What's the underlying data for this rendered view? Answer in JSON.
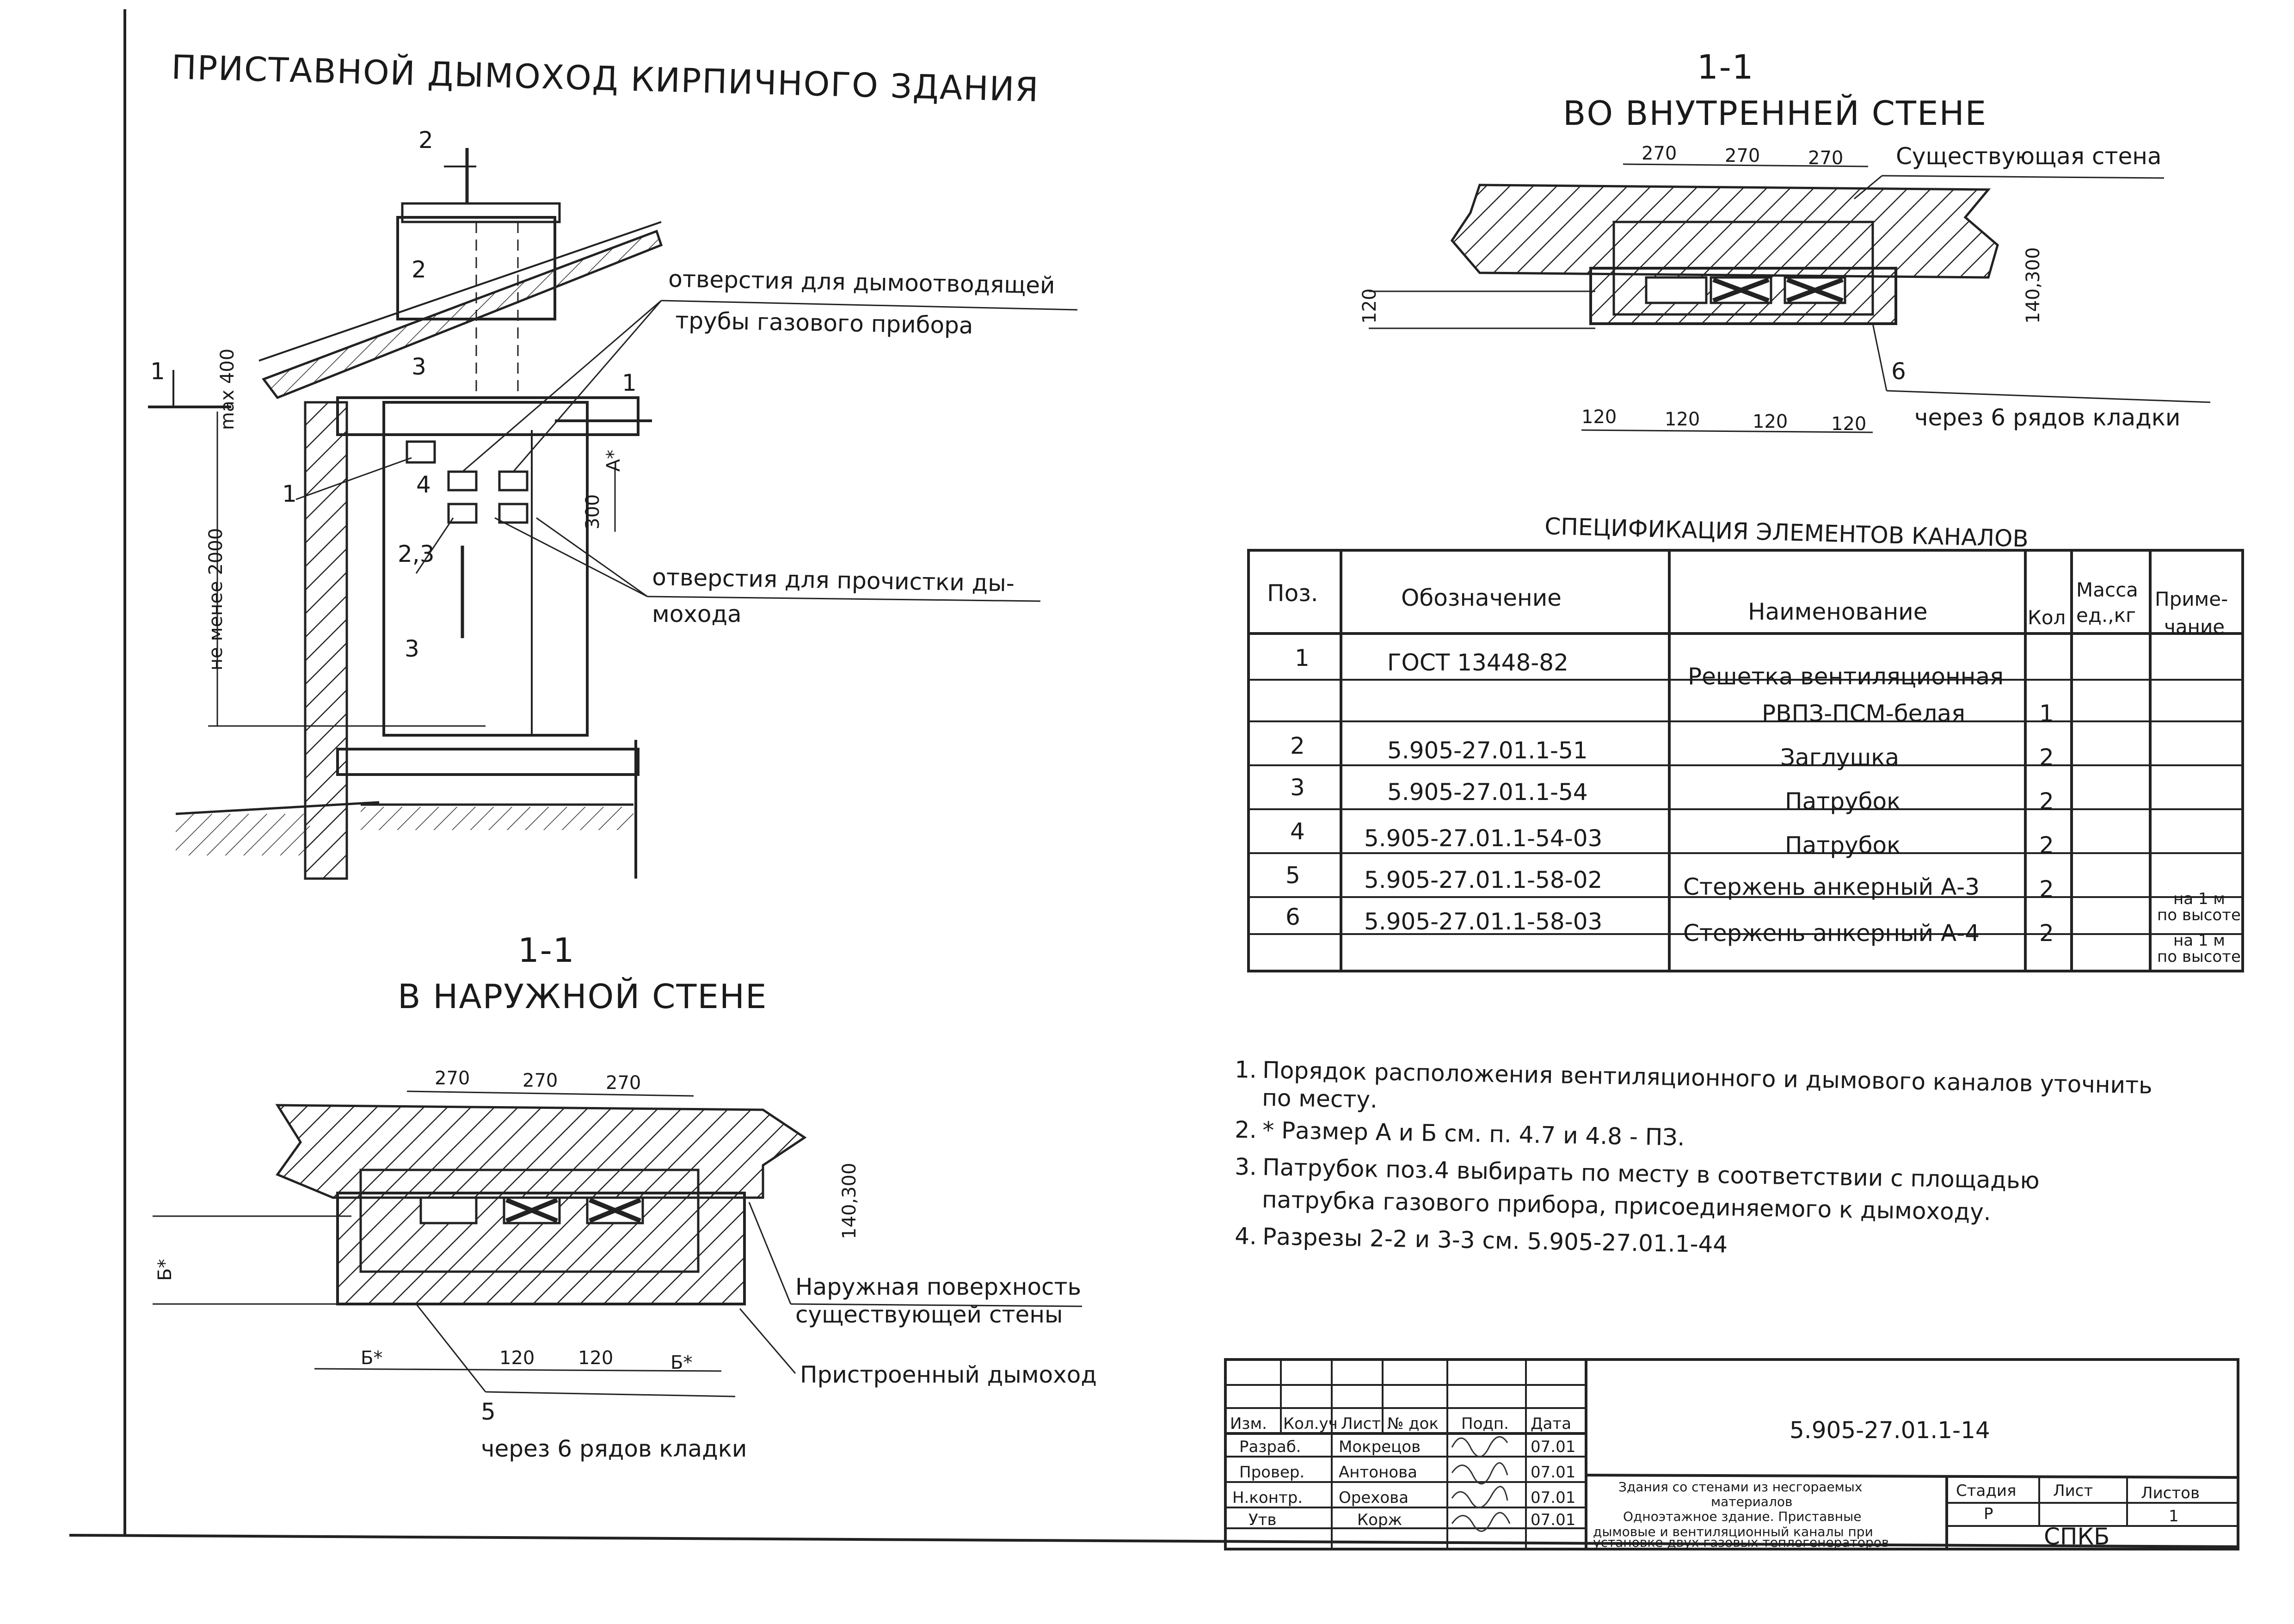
{
  "sheet": {
    "main_title": "ПРИСТАВНОЙ ДЫМОХОД КИРПИЧНОГО ЗДАНИЯ",
    "elevation": {
      "section_mark_top": "2",
      "section_mark_left": "1",
      "section_mark_right": "1",
      "section_mark_bottom": "3",
      "dim_max": "max 400",
      "dim_min_height": "не менее 2000",
      "dim_a": "А*",
      "dim_300": "300",
      "callout_1": "1",
      "callout_2": "2",
      "callout_3": "3",
      "callout_4": "4",
      "callout_23": "2,3",
      "note_gas_line1": "отверстия для дымоотводящей",
      "note_gas_line2": "трубы газового прибора",
      "note_clean_line1": "отверстия для прочистки ды-",
      "note_clean_line2": "мохода"
    },
    "section_outer": {
      "mark": "1-1",
      "title": "В НАРУЖНОЙ СТЕНЕ",
      "dims_top": [
        "270",
        "270",
        "270"
      ],
      "dims_bottom": [
        "Б*",
        "120",
        "120",
        "Б*"
      ],
      "dim_right": "140,300",
      "dim_left": "Б*",
      "callout": "5",
      "label_surface_line1": "Наружная поверхность",
      "label_surface_line2": "существующей стены",
      "label_chimney": "Пристроенный дымоход",
      "label_rows": "через 6 рядов кладки"
    },
    "section_inner": {
      "mark": "1-1",
      "title": "ВО ВНУТРЕННЕЙ СТЕНЕ",
      "dims_top": [
        "270",
        "270",
        "270"
      ],
      "dims_bottom": [
        "120",
        "120",
        "120",
        "120"
      ],
      "dim_right": "140,300",
      "dim_left": "120",
      "callout": "6",
      "label_wall": "Существующая стена",
      "label_rows": "через 6 рядов кладки"
    },
    "spec": {
      "title": "СПЕЦИФИКАЦИЯ ЭЛЕМЕНТОВ КАНАЛОВ",
      "headers": {
        "pos": "Поз.",
        "designation": "Обозначение",
        "name": "Наименование",
        "qty": "Кол",
        "mass_line1": "Масса",
        "mass_line2": "ед.,кг",
        "note_line1": "Приме-",
        "note_line2": "чание"
      },
      "rows": [
        {
          "pos": "1",
          "designation": "ГОСТ 13448-82",
          "name": "Решетка вентиляционная",
          "qty": "",
          "mass": "",
          "note1": "",
          "note2": ""
        },
        {
          "pos": "",
          "designation": "",
          "name": "РВПЗ-ПСМ-белая",
          "qty": "1",
          "mass": "",
          "note1": "",
          "note2": ""
        },
        {
          "pos": "2",
          "designation": "5.905-27.01.1-51",
          "name": "Заглушка",
          "qty": "2",
          "mass": "",
          "note1": "",
          "note2": ""
        },
        {
          "pos": "3",
          "designation": "5.905-27.01.1-54",
          "name": "Патрубок",
          "qty": "2",
          "mass": "",
          "note1": "",
          "note2": ""
        },
        {
          "pos": "4",
          "designation": "5.905-27.01.1-54-03",
          "name": "Патрубок",
          "qty": "2",
          "mass": "",
          "note1": "",
          "note2": ""
        },
        {
          "pos": "5",
          "designation": "5.905-27.01.1-58-02",
          "name": "Стержень анкерный А-3",
          "qty": "2",
          "mass": "",
          "note1": "на 1 м",
          "note2": "по высоте"
        },
        {
          "pos": "6",
          "designation": "5.905-27.01.1-58-03",
          "name": "Стержень анкерный А-4",
          "qty": "2",
          "mass": "",
          "note1": "на 1 м",
          "note2": "по высоте"
        }
      ]
    },
    "notes": [
      {
        "num": "1.",
        "line1": "Порядок расположения вентиляционного и дымового каналов уточнить",
        "line2": "по месту."
      },
      {
        "num": "2.",
        "line1": "* Размер А и Б см. п. 4.7 и 4.8 - ПЗ.",
        "line2": ""
      },
      {
        "num": "3.",
        "line1": "Патрубок поз.4 выбирать по месту в соответствии с площадью",
        "line2": "патрубка газового прибора, присоединяемого к дымоходу."
      },
      {
        "num": "4.",
        "line1": "Разрезы 2-2 и 3-3 см. 5.905-27.01.1-44",
        "line2": ""
      }
    ],
    "title_block": {
      "doc_code": "5.905-27.01.1-14",
      "col_headers": [
        "Изм.",
        "Кол.уч",
        "Лист",
        "№ док",
        "Подп.",
        "Дата"
      ],
      "people": [
        {
          "role": "Разраб.",
          "name": "Мокрецов",
          "date": "07.01"
        },
        {
          "role": "Провер.",
          "name": "Антонова",
          "date": "07.01"
        },
        {
          "role": "Н.контр.",
          "name": "Орехова",
          "date": "07.01"
        },
        {
          "role": "Утв",
          "name": "Корж",
          "date": "07.01"
        }
      ],
      "desc_line1": "Здания со стенами из несгораемых",
      "desc_line2": "материалов",
      "desc_line3": "Одноэтажное здание. Приставные",
      "desc_line4": "дымовые и вентиляционный каналы при",
      "desc_line5": "установке двух газовых теплогенераторов",
      "stage_label": "Стадия",
      "sheet_label": "Лист",
      "sheets_label": "Листов",
      "stage_value": "Р",
      "sheet_value": "",
      "sheets_value": "1",
      "org": "СПКБ"
    }
  }
}
